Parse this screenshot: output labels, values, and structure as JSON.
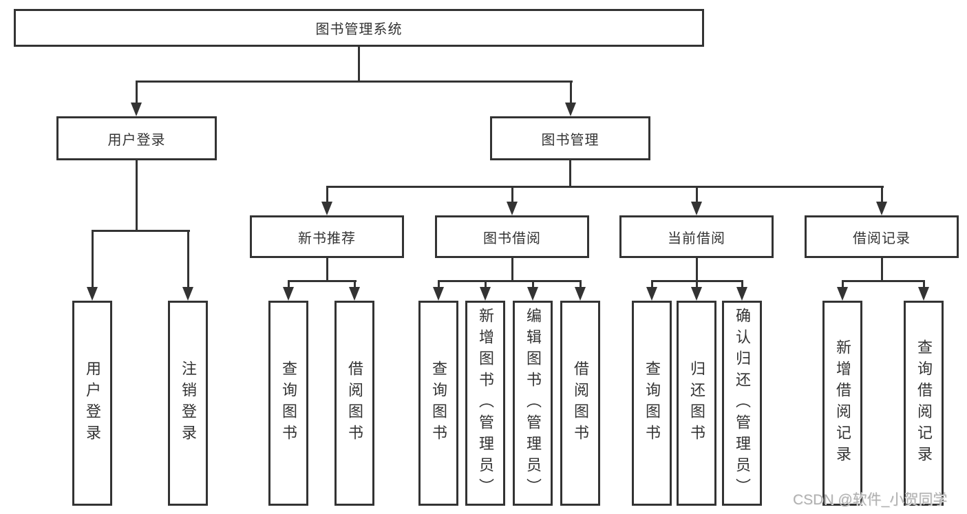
{
  "tree": {
    "root": {
      "label": "图书管理系统"
    },
    "branches": [
      {
        "label": "用户登录",
        "children": [
          {
            "label": "用户登录"
          },
          {
            "label": "注销登录"
          }
        ]
      },
      {
        "label": "图书管理",
        "children": [
          {
            "label": "新书推荐",
            "children": [
              {
                "label": "查询图书"
              },
              {
                "label": "借阅图书"
              }
            ]
          },
          {
            "label": "图书借阅",
            "children": [
              {
                "label": "查询图书"
              },
              {
                "label": "新增图书（管理员）"
              },
              {
                "label": "编辑图书（管理员）"
              },
              {
                "label": "借阅图书"
              }
            ]
          },
          {
            "label": "当前借阅",
            "children": [
              {
                "label": "查询图书"
              },
              {
                "label": "归还图书"
              },
              {
                "label": "确认归还（管理员）"
              }
            ]
          },
          {
            "label": "借阅记录",
            "children": [
              {
                "label": "新增借阅记录"
              },
              {
                "label": "查询借阅记录"
              }
            ]
          }
        ]
      }
    ]
  },
  "watermark": "CSDN @软件_小贺同学",
  "colors": {
    "line": "#333333",
    "text": "#333333",
    "watermark": "#b0b0b0",
    "background": "#ffffff"
  }
}
